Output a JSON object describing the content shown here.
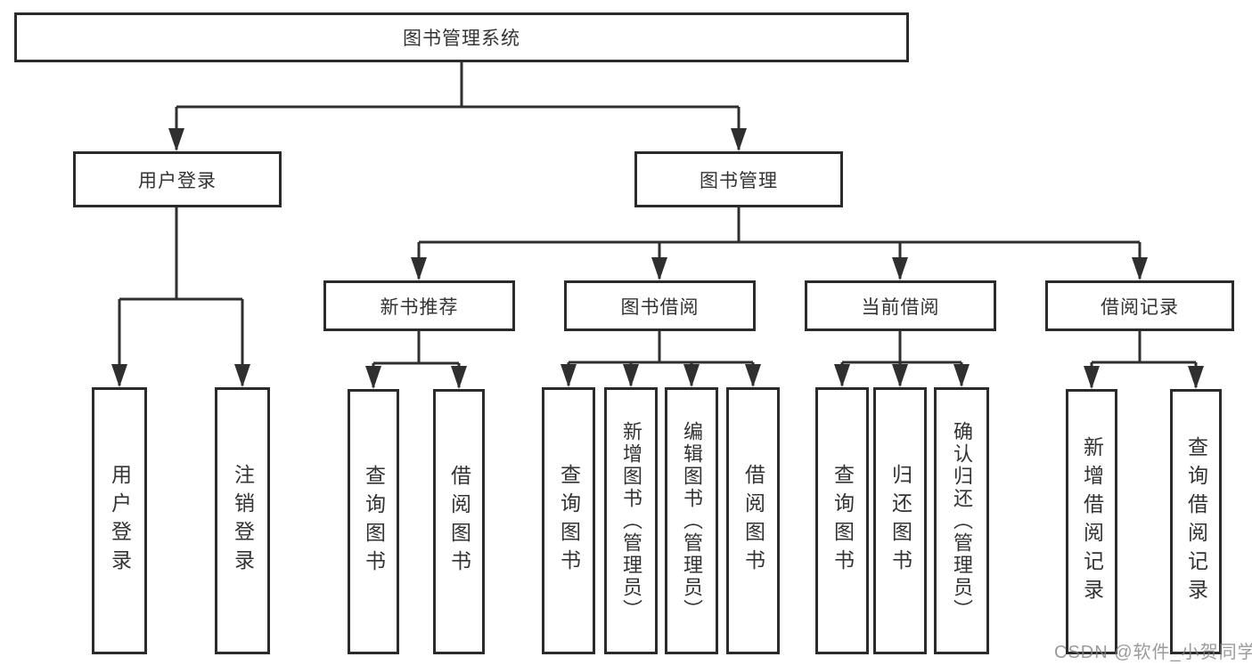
{
  "diagram": {
    "root": {
      "label": "图书管理系统"
    },
    "level2": {
      "user_login": {
        "label": "用户登录"
      },
      "book_mgmt": {
        "label": "图书管理"
      }
    },
    "level3": {
      "new_book_rec": {
        "label": "新书推荐"
      },
      "book_borrow": {
        "label": "图书借阅"
      },
      "current_borrow": {
        "label": "当前借阅"
      },
      "borrow_records": {
        "label": "借阅记录"
      }
    },
    "leaves": {
      "user_login": {
        "label": "用户登录"
      },
      "logout": {
        "label": "注销登录"
      },
      "nbr_query": {
        "label": "查询图书"
      },
      "nbr_borrow": {
        "label": "借阅图书"
      },
      "bb_query": {
        "label": "查询图书"
      },
      "bb_add": {
        "label": "新增图书（管理员）"
      },
      "bb_edit": {
        "label": "编辑图书（管理员）"
      },
      "bb_borrow": {
        "label": "借阅图书"
      },
      "cb_query": {
        "label": "查询图书"
      },
      "cb_return": {
        "label": "归还图书"
      },
      "cb_confirm": {
        "label": "确认归还（管理员）"
      },
      "br_add": {
        "label": "新增借阅记录"
      },
      "br_query": {
        "label": "查询借阅记录"
      }
    },
    "watermark": "CSDN @软件_小贺同学",
    "colors": {
      "line": "#2f2f2f",
      "border": "#2b2b2b",
      "text": "#333333",
      "background": "#ffffff",
      "watermark": "#8f8f8f"
    }
  }
}
